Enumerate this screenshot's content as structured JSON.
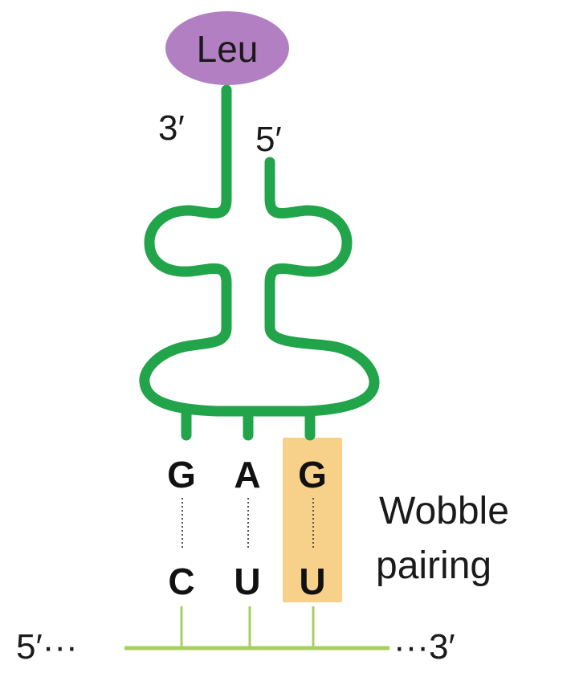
{
  "amino_acid": "Leu",
  "trna_end_3": "3′",
  "trna_end_5": "5′",
  "anticodon": [
    "G",
    "A",
    "G"
  ],
  "codon": [
    "C",
    "U",
    "U"
  ],
  "wobble_label": [
    "Wobble",
    "pairing"
  ],
  "mrna_left": "5′···",
  "mrna_right": "···3′",
  "colors": {
    "trna": "#22a44a",
    "amino_acid_fill": "#b37fc3",
    "wobble_highlight": "#f7d08a",
    "mrna": "#a8cf5d"
  }
}
